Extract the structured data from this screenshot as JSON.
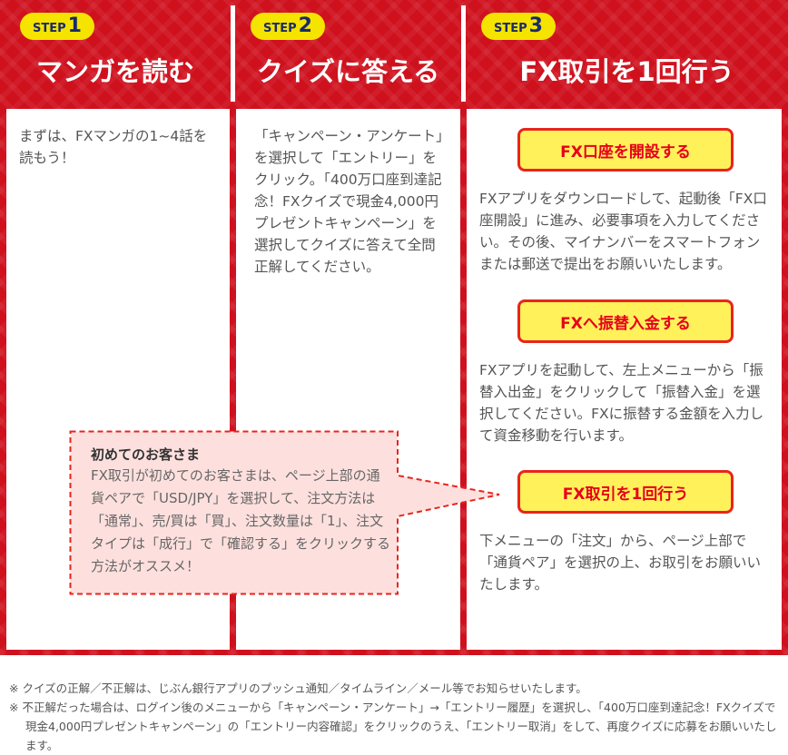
{
  "steps": [
    {
      "step_label": "STEP",
      "num": "1",
      "title": "マンガを読む",
      "body": "まずは、FXマンガの1~4話を読もう！"
    },
    {
      "step_label": "STEP",
      "num": "2",
      "title": "クイズに答える",
      "body": "「キャンペーン・アンケート」を選択して「エントリー」をクリック。「400万口座到達記念！FXクイズで現金4,000円プレゼントキャンペーン」を選択してクイズに答えて全問正解してください。"
    },
    {
      "step_label": "STEP",
      "num": "3",
      "title": "FX取引を1回行う",
      "sections": [
        {
          "button": "FX口座を開設する",
          "text": "FXアプリをダウンロードして、起動後「FX口座開設」に進み、必要事項を入力してください。その後、マイナンバーをスマートフォンまたは郵送で提出をお願いいたします。"
        },
        {
          "button": "FXへ振替入金する",
          "text": "FXアプリを起動して、左上メニューから「振替入出金」をクリックして「振替入金」を選択してください。FXに振替する金額を入力して資金移動を行います。"
        },
        {
          "button": "FX取引を1回行う",
          "text": "下メニューの「注文」から、ページ上部で「通貨ペア」を選択の上、お取引をお願いいたします。"
        }
      ]
    }
  ],
  "callout": {
    "title": "初めてのお客さま",
    "text": "FX取引が初めてのお客さまは、ページ上部の通貨ペアで「USD/JPY」を選択して、注文方法は「通常」、売/買は「買」、注文数量は「1」、注文タイプは「成行」で「確認する」をクリックする方法がオススメ！"
  },
  "notes": [
    "※ クイズの正解／不正解は、じぶん銀行アプリのプッシュ通知／タイムライン／メール等でお知らせいたします。",
    "※ 不正解だった場合は、ログイン後のメニューから「キャンペーン・アンケート」→「エントリー履歴」を選択し、「400万口座到達記念！FXクイズで現金4,000円プレゼントキャンペーン」の「エントリー内容確認」をクリックのうえ、「エントリー取消」をして、再度クイズに応募をお願いいたします。"
  ]
}
